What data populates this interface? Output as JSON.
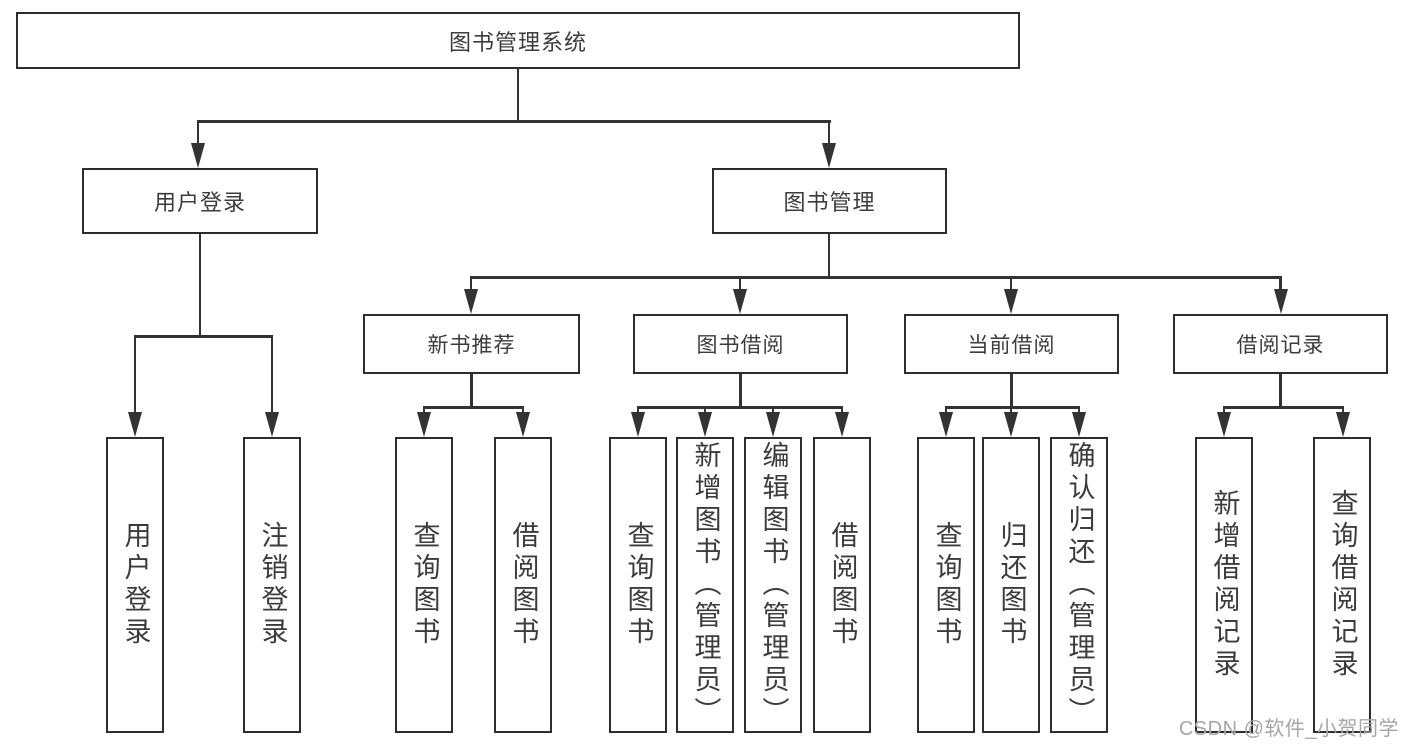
{
  "diagram": {
    "root": "图书管理系统",
    "level2": [
      "用户登录",
      "图书管理"
    ],
    "level3": [
      "新书推荐",
      "图书借阅",
      "当前借阅",
      "借阅记录"
    ],
    "leaves": [
      "用户登录",
      "注销登录",
      "查询图书",
      "借阅图书",
      "查询图书",
      "新增图书（管理员）",
      "编辑图书（管理员）",
      "借阅图书",
      "查询图书",
      "归还图书",
      "确认归还（管理员）",
      "新增借阅记录",
      "查询借阅记录"
    ]
  },
  "watermark": "CSDN @软件_小贺同学",
  "colors": {
    "background": "#ffffff",
    "line": "#333333",
    "box_border": "#2d2d2d",
    "text": "#3c3c3c",
    "watermark_text": "#a6a6a6"
  }
}
